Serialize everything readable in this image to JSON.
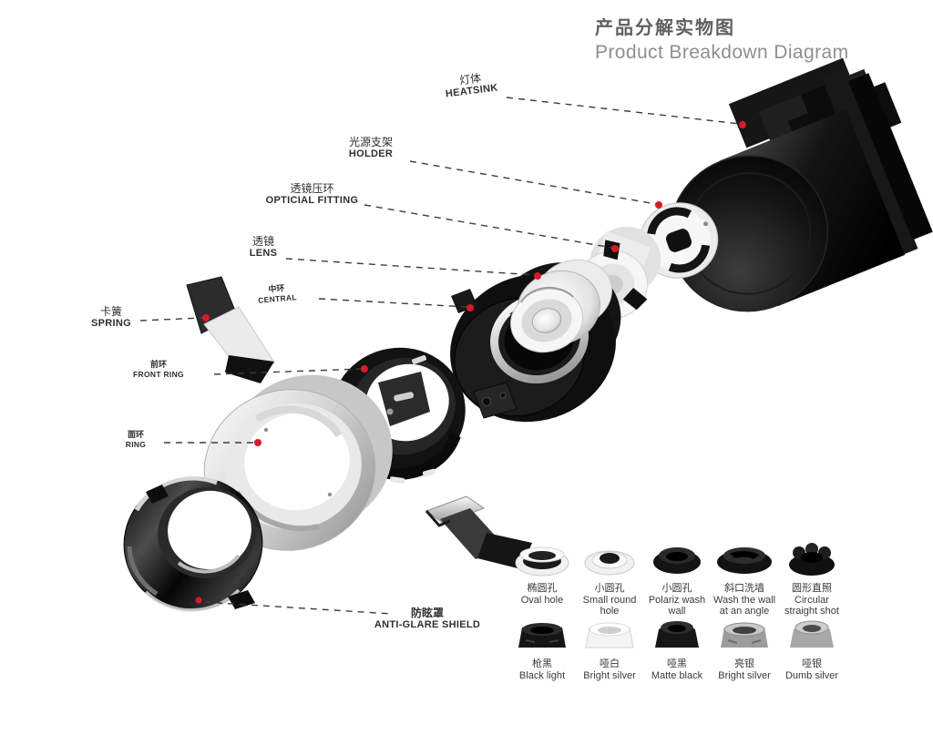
{
  "title": {
    "cn": "产品分解实物图",
    "en": "Product Breakdown Diagram"
  },
  "parts": [
    {
      "id": "heatsink",
      "cn": "灯体",
      "en": "HEATSINK"
    },
    {
      "id": "holder",
      "cn": "光源支架",
      "en": "HOLDER"
    },
    {
      "id": "optical-fitting",
      "cn": "透镜压环",
      "en": "OPTICIAL FITTING"
    },
    {
      "id": "lens",
      "cn": "透镜",
      "en": "LENS"
    },
    {
      "id": "central",
      "cn": "中环",
      "en": "CENTRAL"
    },
    {
      "id": "spring",
      "cn": "卡簧",
      "en": "SPRING"
    },
    {
      "id": "front-ring",
      "cn": "前环",
      "en": "FRONT RING"
    },
    {
      "id": "ring",
      "cn": "面环",
      "en": "RING"
    },
    {
      "id": "anti-glare-shield",
      "cn": "防眩罩",
      "en": "ANTI-GLARE SHIELD"
    }
  ],
  "variants": {
    "hole_types": [
      {
        "cn": "椭圆孔",
        "en": "Oval hole"
      },
      {
        "cn": "小圆孔",
        "en": "Small round hole"
      },
      {
        "cn": "小圆孔",
        "en": "Polariz wash wall"
      },
      {
        "cn": "斜口洗墙",
        "en": "Wash the wall at an angle"
      },
      {
        "cn": "圆形直照",
        "en": "Circular straight shot"
      }
    ],
    "finishes": [
      {
        "cn": "枪黑",
        "en": "Black light"
      },
      {
        "cn": "哑白",
        "en": "Bright silver"
      },
      {
        "cn": "哑黑",
        "en": "Matte black"
      },
      {
        "cn": "亮银",
        "en": "Bright silver"
      },
      {
        "cn": "哑银",
        "en": "Dumb silver"
      }
    ]
  },
  "colors": {
    "accent_red": "#d61c28",
    "label_text": "#2f2f2f",
    "title_cn": "#606060",
    "title_en": "#8f8f8f"
  }
}
